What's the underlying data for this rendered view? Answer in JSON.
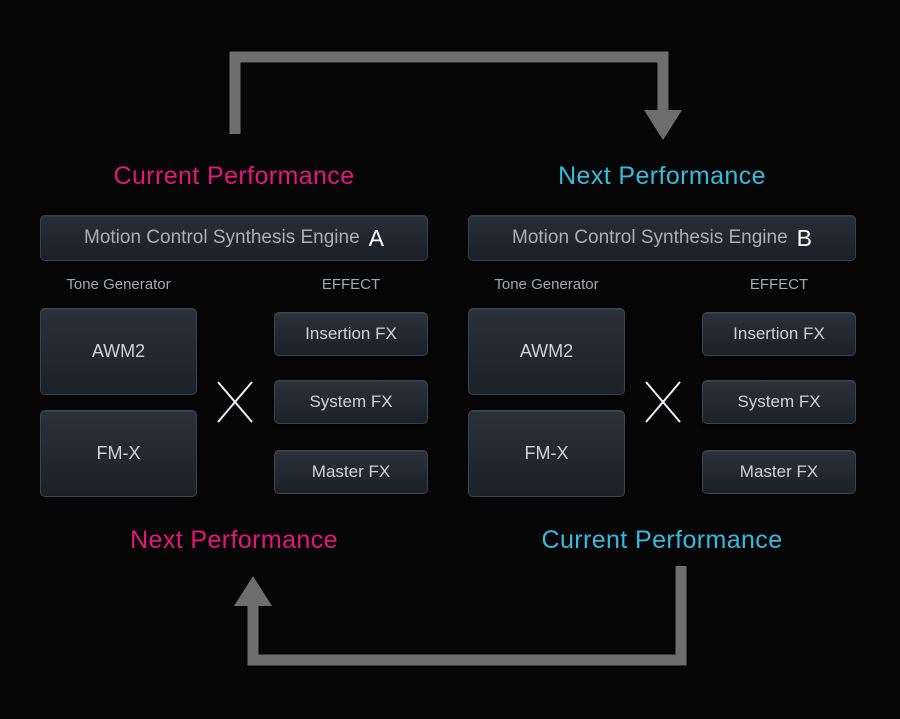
{
  "colors": {
    "magenta_accent": "#e5177c",
    "cyan_accent": "#38badf",
    "arrow_gray": "#6e6e6e",
    "x_mark": "#eef1f4"
  },
  "panels": [
    {
      "top_label": "Current Performance",
      "bottom_label": "Next Performance",
      "accent": "#e5177c",
      "engine": {
        "name": "Motion Control Synthesis Engine",
        "letter": "A"
      },
      "columns": {
        "tone": "Tone Generator",
        "effect": "EFFECT"
      },
      "tone_boxes": [
        "AWM2",
        "FM-X"
      ],
      "effect_boxes": [
        "Insertion FX",
        "System FX",
        "Master FX"
      ]
    },
    {
      "top_label": "Next Performance",
      "bottom_label": "Current Performance",
      "accent": "#38badf",
      "engine": {
        "name": "Motion Control Synthesis Engine",
        "letter": "B"
      },
      "columns": {
        "tone": "Tone Generator",
        "effect": "EFFECT"
      },
      "tone_boxes": [
        "AWM2",
        "FM-X"
      ],
      "effect_boxes": [
        "Insertion FX",
        "System FX",
        "Master FX"
      ]
    }
  ]
}
